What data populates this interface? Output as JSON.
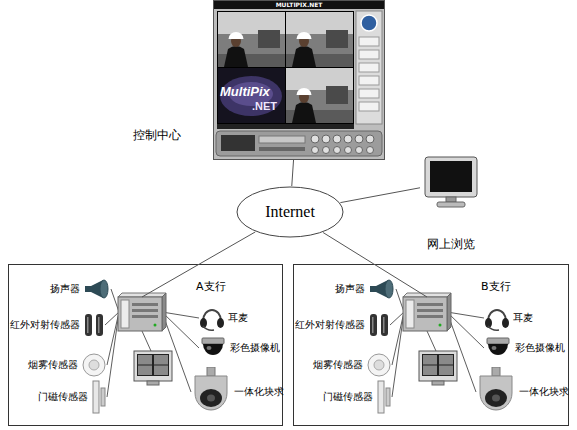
{
  "diagram": {
    "nodes": [
      {
        "text": [
          "控制中心"
        ]
      },
      {
        "text": [
          "Internet"
        ]
      },
      {
        "text": [
          "网上浏览"
        ]
      },
      {
        "text": [
          "A支行"
        ]
      },
      {
        "text": [
          "扬声器"
        ],
        "in": 3
      },
      {
        "text": [
          "耳麦"
        ],
        "in": 3
      },
      {
        "text": [
          "红外对射传感器"
        ],
        "in": 3
      },
      {
        "text": [
          "彩色摄像机"
        ],
        "in": 3
      },
      {
        "text": [
          "烟雾传感器"
        ],
        "in": 3
      },
      {
        "text": [
          "门磁传感器"
        ],
        "in": 3
      },
      {
        "text": [
          "一体化块求"
        ],
        "in": 3
      },
      {
        "text": [
          "B支行"
        ]
      },
      {
        "text": [
          "扬声器"
        ],
        "in": 11
      },
      {
        "text": [
          "耳麦"
        ],
        "in": 11
      },
      {
        "text": [
          "红外对射传感器"
        ],
        "in": 11
      },
      {
        "text": [
          "彩色摄像机"
        ],
        "in": 11
      },
      {
        "text": [
          "烟雾传感器"
        ],
        "in": 11
      },
      {
        "text": [
          "门磁传感器"
        ],
        "in": 11
      },
      {
        "text": [
          "一体化块求"
        ],
        "in": 11
      }
    ],
    "edges": [
      {
        "from": 1,
        "to": 0,
        "arrow": "none"
      },
      {
        "from": 1,
        "to": 2,
        "arrow": "none"
      },
      {
        "from": 1,
        "to": 3,
        "arrow": "none"
      },
      {
        "from": 1,
        "to": 11,
        "arrow": "none"
      }
    ],
    "labels": [
      "MULTIPIX.NET",
      "MultiPix",
      ".NET"
    ]
  }
}
